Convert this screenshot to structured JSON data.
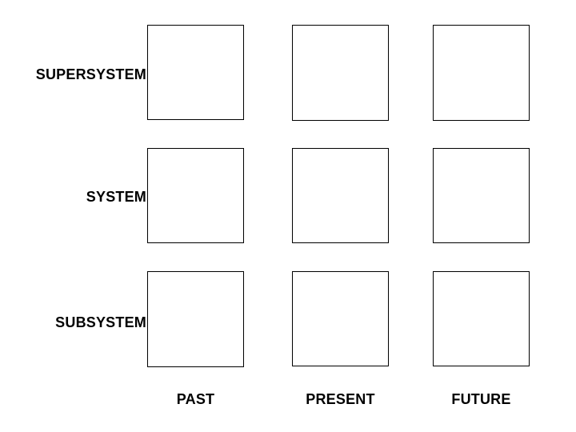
{
  "diagram": {
    "type": "matrix-grid",
    "background_color": "#ffffff",
    "line_color": "#000000",
    "text_color": "#000000",
    "rows": [
      {
        "id": "supersystem",
        "label": "SUPERSYSTEM"
      },
      {
        "id": "system",
        "label": "SYSTEM"
      },
      {
        "id": "subsystem",
        "label": "SUBSYSTEM"
      }
    ],
    "columns": [
      {
        "id": "past",
        "label": "PAST"
      },
      {
        "id": "present",
        "label": "PRESENT"
      },
      {
        "id": "future",
        "label": "FUTURE"
      }
    ],
    "cells": [
      {
        "id": "supersystem-past",
        "row": "supersystem",
        "column": "past",
        "content": ""
      },
      {
        "id": "supersystem-present",
        "row": "supersystem",
        "column": "present",
        "content": ""
      },
      {
        "id": "supersystem-future",
        "row": "supersystem",
        "column": "future",
        "content": ""
      },
      {
        "id": "system-past",
        "row": "system",
        "column": "past",
        "content": ""
      },
      {
        "id": "system-present",
        "row": "system",
        "column": "present",
        "content": ""
      },
      {
        "id": "system-future",
        "row": "system",
        "column": "future",
        "content": ""
      },
      {
        "id": "subsystem-past",
        "row": "subsystem",
        "column": "past",
        "content": ""
      },
      {
        "id": "subsystem-present",
        "row": "subsystem",
        "column": "present",
        "content": ""
      },
      {
        "id": "subsystem-future",
        "row": "subsystem",
        "column": "future",
        "content": ""
      }
    ]
  }
}
